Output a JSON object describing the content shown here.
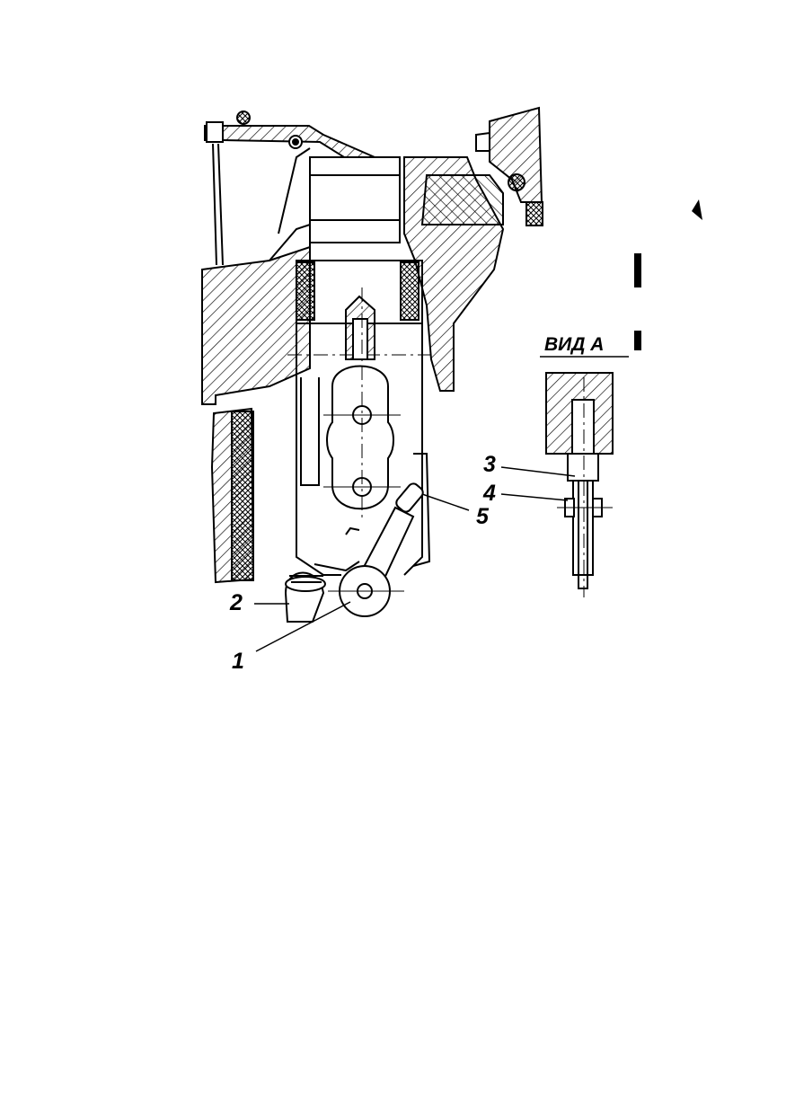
{
  "view_title": "ВИД А",
  "callouts": [
    {
      "id": "1",
      "text": "1"
    },
    {
      "id": "2",
      "text": "2"
    },
    {
      "id": "3",
      "text": "3"
    },
    {
      "id": "4",
      "text": "4"
    },
    {
      "id": "5",
      "text": "5"
    }
  ],
  "colors": {
    "ink": "#000000",
    "paper": "#ffffff"
  }
}
